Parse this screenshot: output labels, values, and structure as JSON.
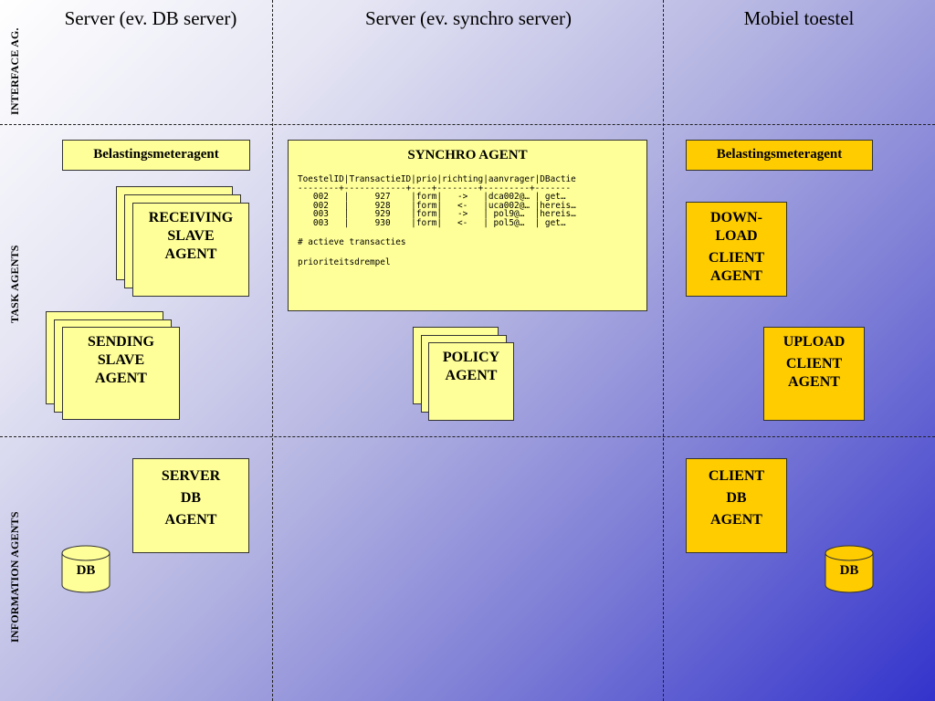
{
  "columns": {
    "db_server": "Server (ev. DB server)",
    "synchro_server": "Server (ev. synchro server)",
    "mobile": "Mobiel toestel"
  },
  "rows": {
    "interface": "INTERFACE AG.",
    "task": "TASK AGENTS",
    "information": "INFORMATION AGENTS"
  },
  "db_server": {
    "load_agent": "Belastingsmeteragent",
    "receiving": [
      "RECEIVING",
      "SLAVE",
      "AGENT"
    ],
    "sending": [
      "SENDING",
      "SLAVE",
      "AGENT"
    ],
    "server_db": [
      "SERVER",
      "DB",
      "AGENT"
    ],
    "db": "DB"
  },
  "synchro": {
    "title": "SYNCHRO AGENT",
    "table_header": "ToestelID|TransactieID|prio|richting|aanvrager|DBactie",
    "table_sep": "--------+------------+----+--------+---------+-------",
    "rows": [
      "   002   |     927    |form|   ->   |dca002@… | get…",
      "   002   |     928    |form|   <-   |uca002@… |hereis…",
      "   003   |     929    |form|   ->   | pol9@…  |hereis…",
      "   003   |     930    |form|   <-   | pol5@…  | get…"
    ],
    "active_label": "# actieve transacties",
    "threshold_label": "prioriteitsdrempel",
    "policy": [
      "POLICY",
      "AGENT"
    ]
  },
  "mobile": {
    "load_agent": "Belastingsmeteragent",
    "download": [
      "DOWN-",
      "LOAD",
      "CLIENT",
      "AGENT"
    ],
    "upload": [
      "UPLOAD",
      "CLIENT",
      "AGENT"
    ],
    "client_db": [
      "CLIENT",
      "DB",
      "AGENT"
    ],
    "db": "DB"
  },
  "colors": {
    "yellow": "#ffff99",
    "orange": "#ffcc00"
  }
}
